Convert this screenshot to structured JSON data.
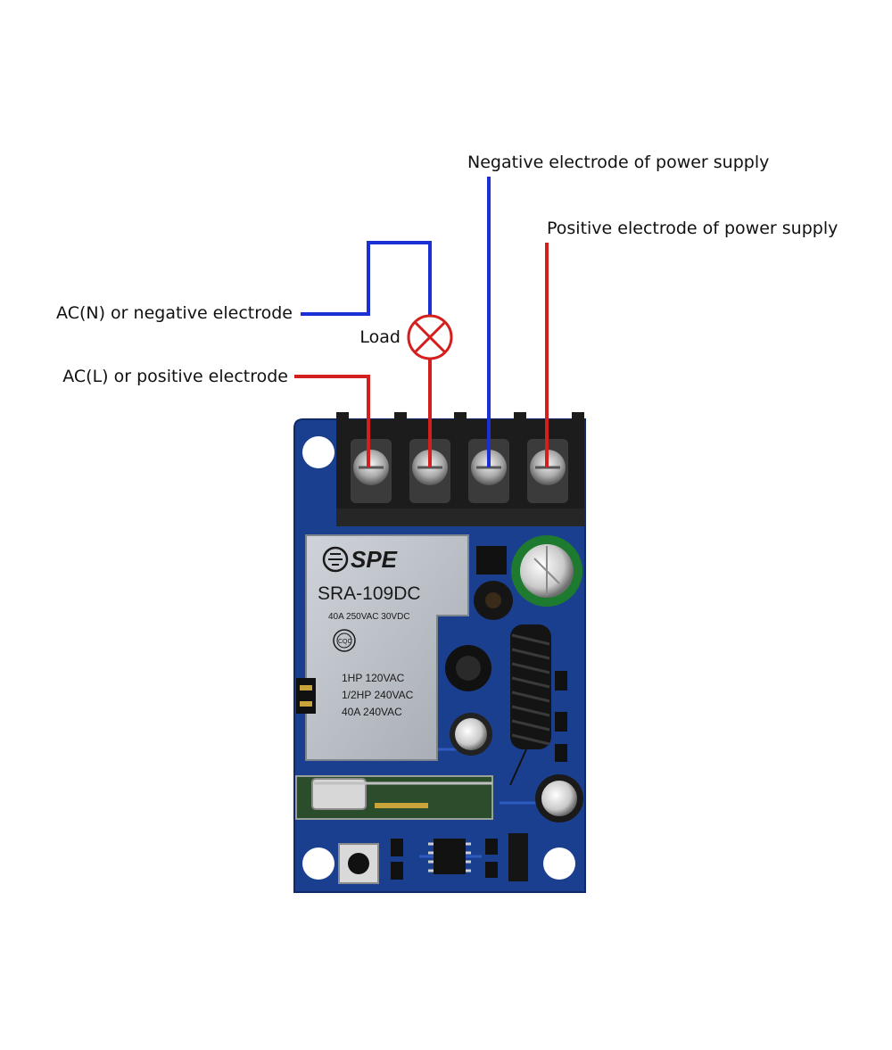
{
  "labels": {
    "negative_supply": "Negative electrode of power supply",
    "positive_supply": "Positive electrode of power supply",
    "ac_n": "AC(N) or negative electrode",
    "ac_l": "AC(L) or positive electrode",
    "load": "Load"
  },
  "relay": {
    "brand": "SPE",
    "model": "SRA-109DC",
    "rating_top": "40A 250VAC 30VDC",
    "cert": "CQC",
    "rating_lines": [
      "1HP 120VAC",
      "1/2HP 240VAC",
      "40A 240VAC"
    ]
  },
  "colors": {
    "negative_wire": "#1a2fd6",
    "positive_wire": "#d41f1f",
    "pcb": "#1b3f8f",
    "relay_body": "#b9bec6",
    "terminal_block": "#1c1c1c"
  },
  "icons": {
    "load": "lamp-cross-icon"
  }
}
